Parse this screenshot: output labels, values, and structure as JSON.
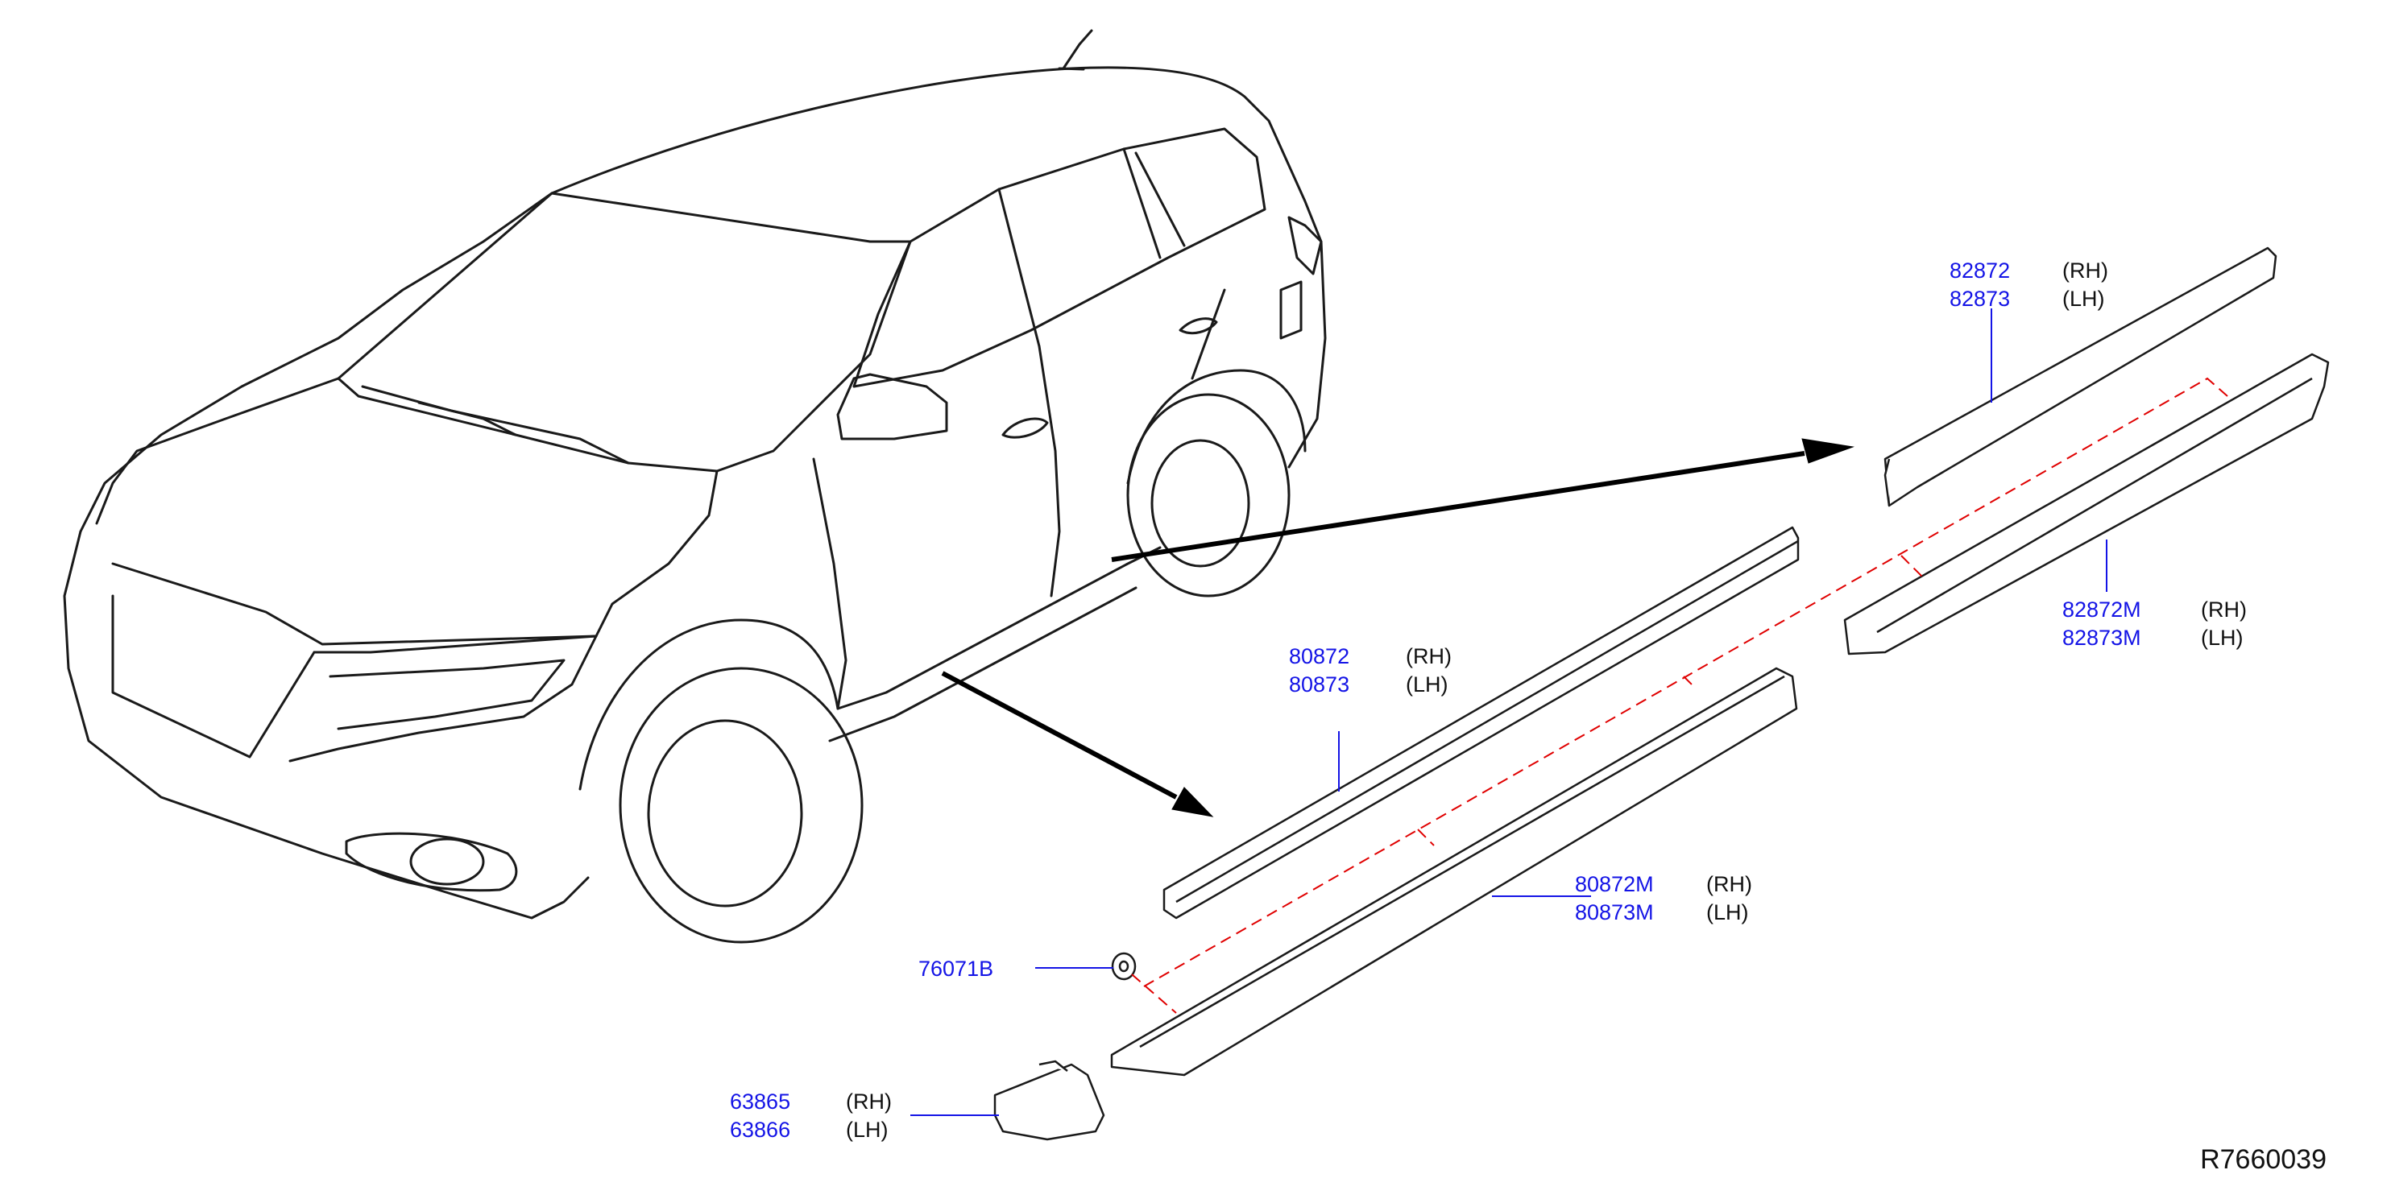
{
  "colors": {
    "part_number": "#1414e6",
    "leader": "#1414e6",
    "line_art": "#1a1a1a",
    "dashed_guide": "#e00000"
  },
  "callouts": {
    "c82872": {
      "rh_number": "82872",
      "lh_number": "82873",
      "rh_side": "(RH)",
      "lh_side": "(LH)"
    },
    "c82872m": {
      "rh_number": "82872M",
      "lh_number": "82873M",
      "rh_side": "(RH)",
      "lh_side": "(LH)"
    },
    "c80872": {
      "rh_number": "80872",
      "lh_number": "80873",
      "rh_side": "(RH)",
      "lh_side": "(LH)"
    },
    "c80872m": {
      "rh_number": "80872M",
      "lh_number": "80873M",
      "rh_side": "(RH)",
      "lh_side": "(LH)"
    },
    "c76071b": {
      "number": "76071B"
    },
    "c63865": {
      "rh_number": "63865",
      "lh_number": "63866",
      "rh_side": "(RH)",
      "lh_side": "(LH)"
    }
  },
  "diagram_code": "R7660039"
}
